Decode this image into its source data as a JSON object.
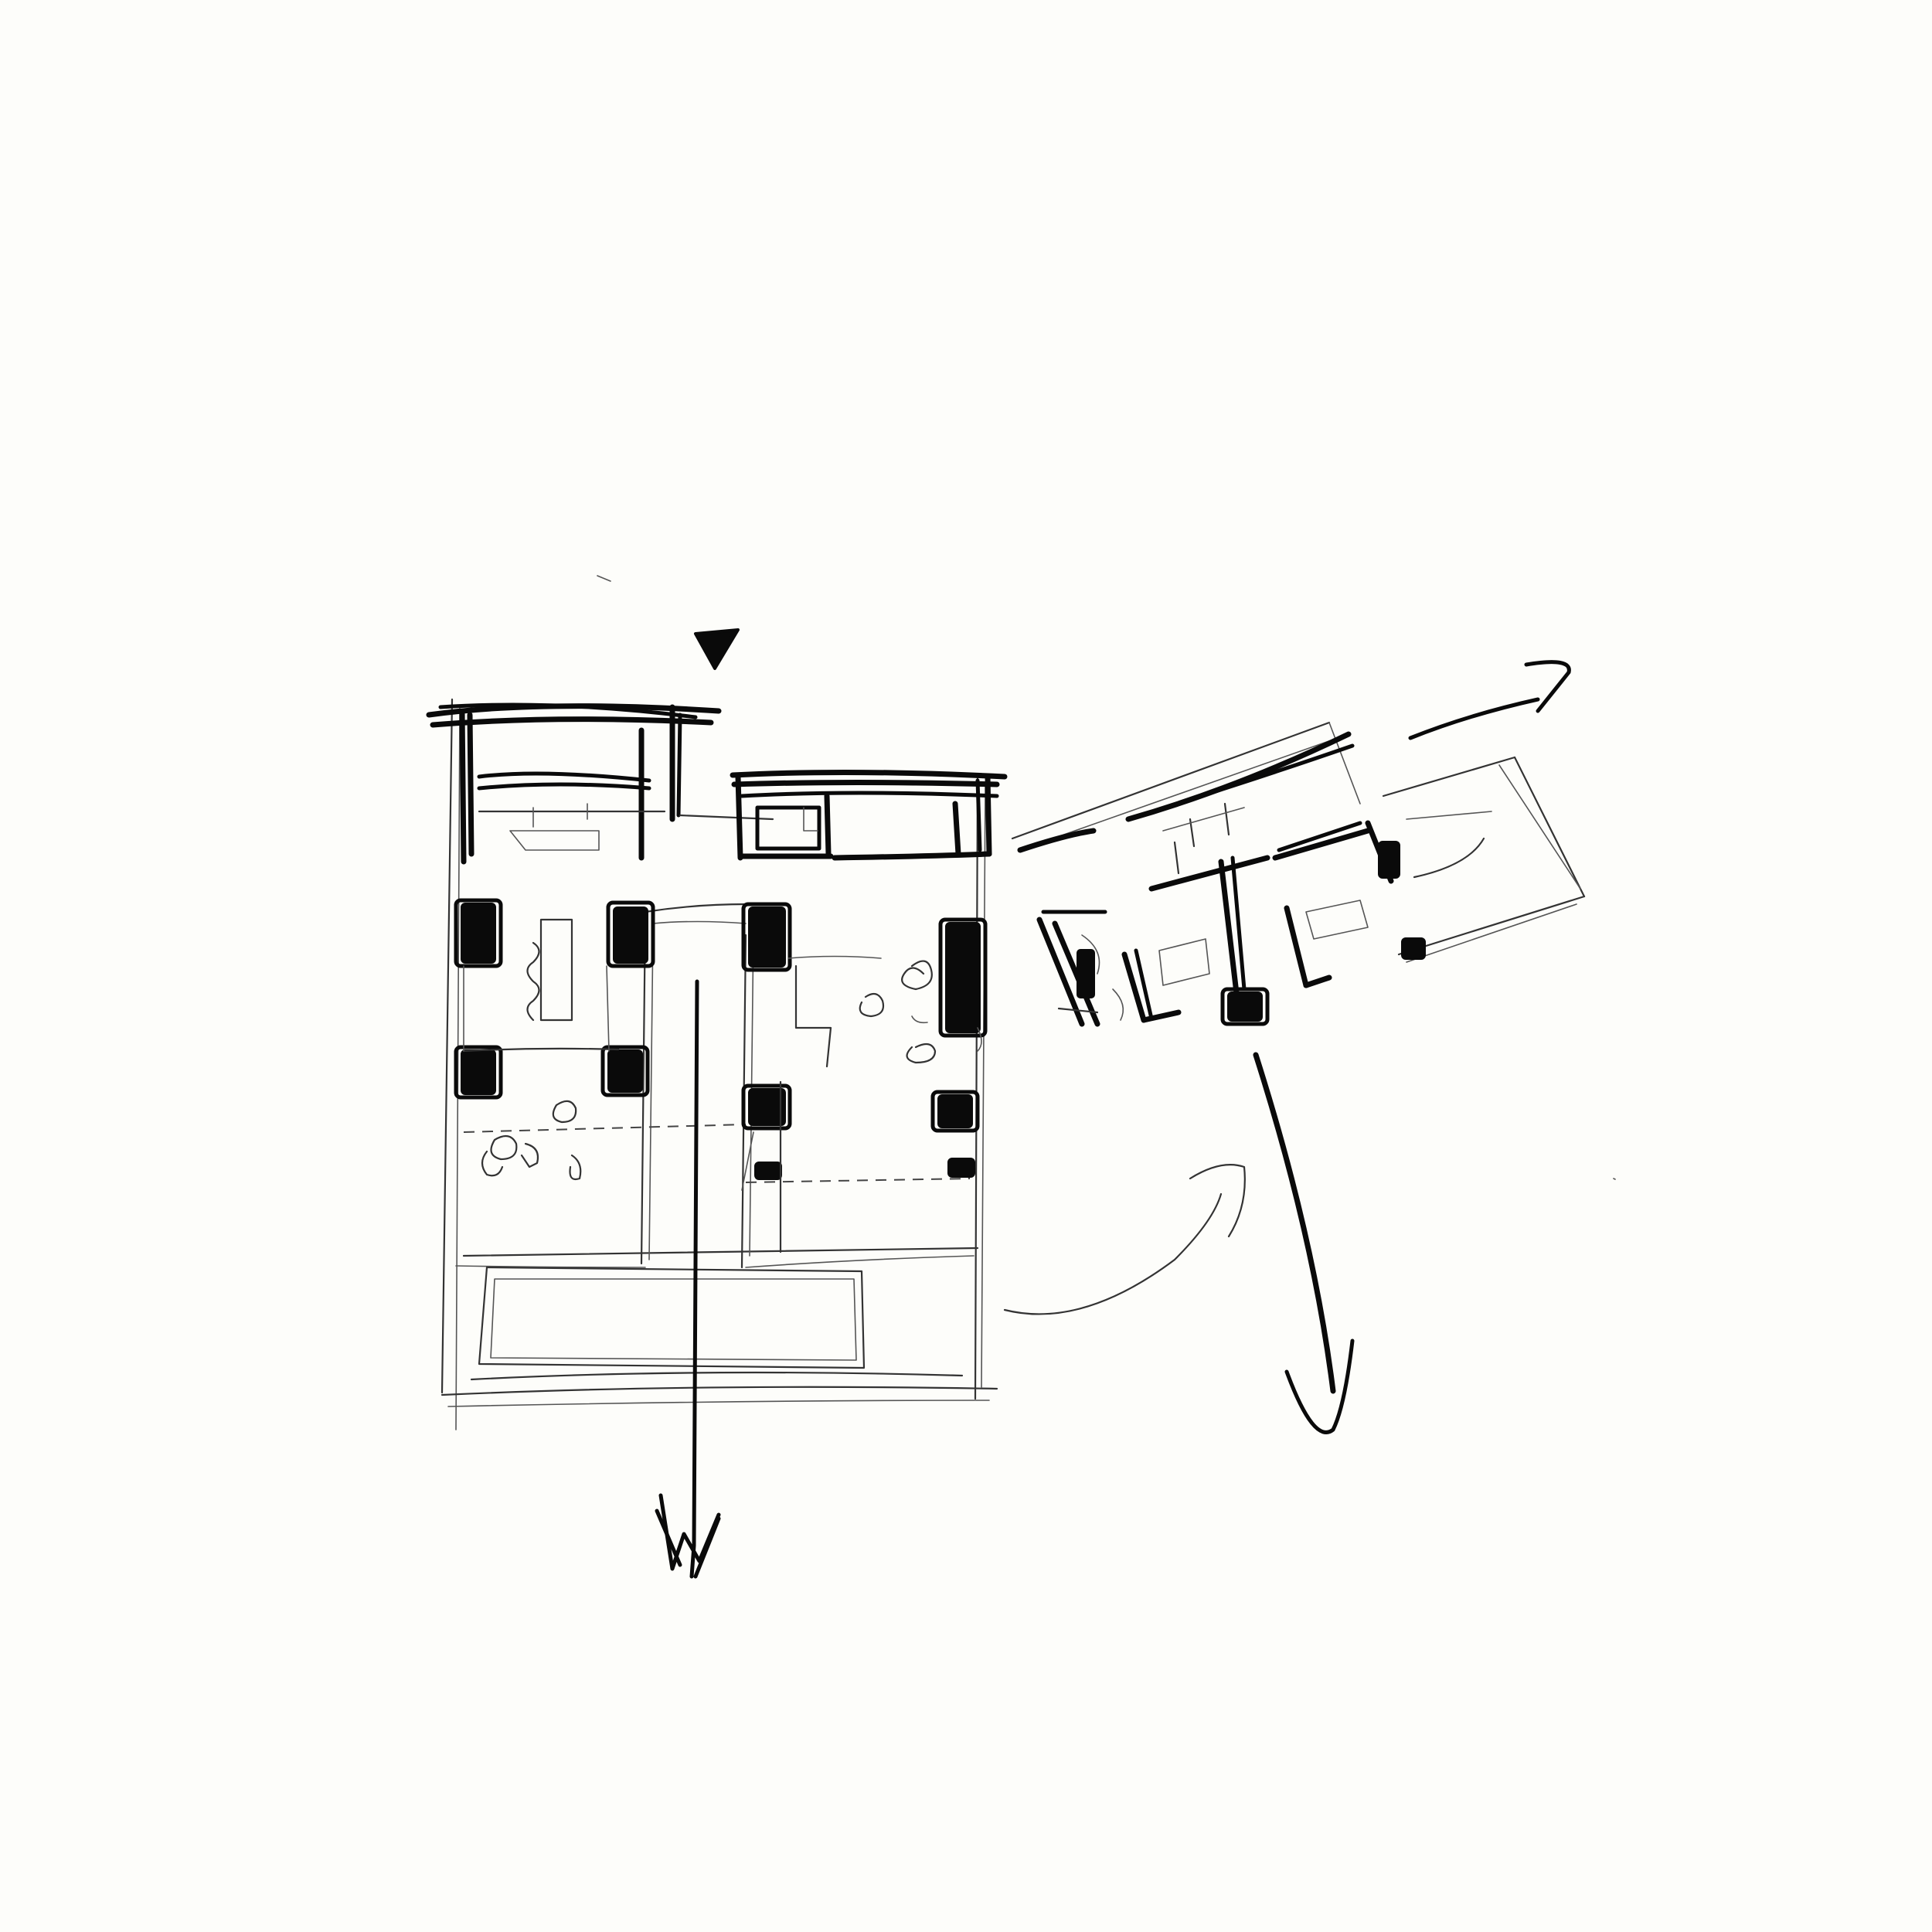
{
  "canvas": {
    "background": "#fdfdfa",
    "ink": "#0a0a0a"
  },
  "drawing": {
    "kind": "hand-drawn site plan sketch",
    "elements": [
      "main-building-block",
      "rotated-wing-block",
      "north-marker",
      "main-axis-arrow",
      "wing-axis-arrow",
      "connector-arrow",
      "view-arrow"
    ]
  }
}
